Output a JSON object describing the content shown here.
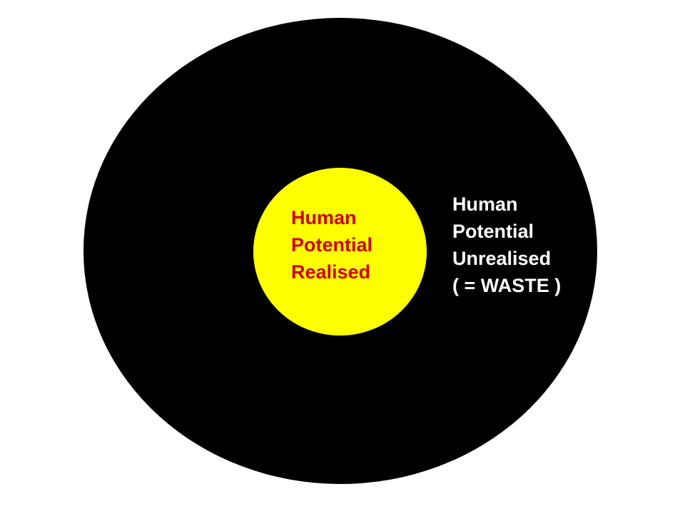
{
  "diagram": {
    "colors": {
      "outer": "#000000",
      "inner": "#ffff00",
      "inner_text": "#cc0000",
      "outer_text": "#ffffff"
    },
    "inner_label": [
      "Human",
      "Potential",
      "Realised"
    ],
    "outer_label": [
      "Human",
      "Potential",
      "Unrealised",
      "( = WASTE )"
    ]
  }
}
